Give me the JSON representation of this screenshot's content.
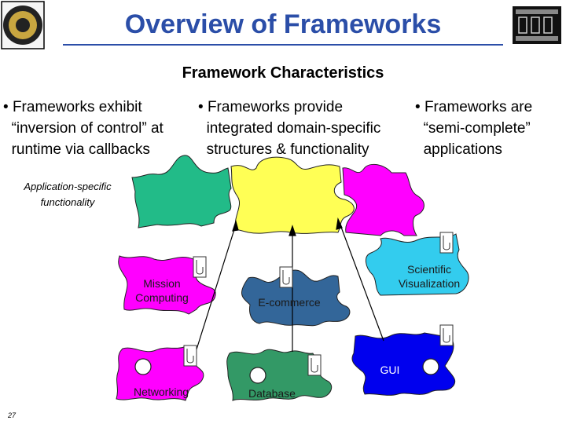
{
  "header": {
    "title": "Overview of Frameworks",
    "subtitle": "Framework Characteristics"
  },
  "bullets": [
    {
      "marker": "•",
      "lines": [
        "Frameworks exhibit",
        "“inversion of control” at",
        "runtime via callbacks"
      ]
    },
    {
      "marker": "•",
      "lines": [
        "Frameworks provide",
        "integrated domain-specific",
        "structures & functionality"
      ]
    },
    {
      "marker": "•",
      "lines": [
        "Frameworks are",
        "“semi-complete”",
        "applications"
      ]
    }
  ],
  "diagram": {
    "app_label_lines": [
      "Application-specific",
      "functionality"
    ],
    "pieces": {
      "mission": {
        "lines": [
          "Mission",
          "Computing"
        ],
        "color": "#ff00ff"
      },
      "ecommerce": {
        "lines": [
          "E-commerce"
        ],
        "color": "#336699"
      },
      "scientific": {
        "lines": [
          "Scientific",
          "Visualization"
        ],
        "color": "#33ccee"
      },
      "gui": {
        "lines": [
          "GUI"
        ],
        "color": "#0000ee"
      },
      "networking": {
        "lines": [
          "Networking"
        ],
        "color": "#ff00ff"
      },
      "database": {
        "lines": [
          "Database"
        ],
        "color": "#339966"
      },
      "green_top": {
        "color": "#22bb88"
      },
      "yellow_top": {
        "color": "#ffff55"
      },
      "magenta_top": {
        "color": "#ff00ff"
      }
    }
  },
  "footer": {
    "page_number": "27"
  },
  "colors": {
    "title": "#2b4ea8",
    "text": "#000000"
  }
}
